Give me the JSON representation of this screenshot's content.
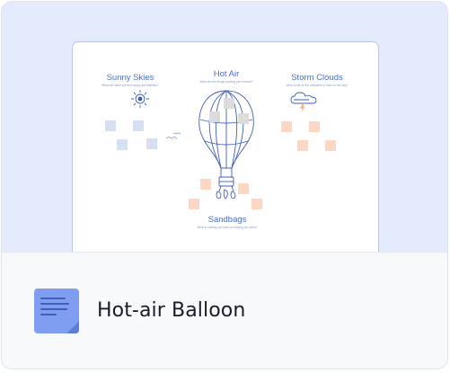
{
  "template": {
    "title": "Hot-air Balloon",
    "icon": "sticky-note-icon"
  },
  "board": {
    "columns": [
      {
        "title": "Sunny Skies",
        "subtitle": "What will make you feel happy and satisfied?",
        "icon": "sun-icon"
      },
      {
        "title": "Hot Air",
        "subtitle": "What are the things pushing you forward?",
        "icon": "hot-air-balloon-icon"
      },
      {
        "title": "Storm Clouds",
        "subtitle": "What could be the obstacles or risks on the way?",
        "icon": "storm-cloud-icon"
      },
      {
        "title": "Sandbags",
        "subtitle": "What is holding you back or slowing you down?",
        "icon": "sandbags-icon"
      }
    ]
  },
  "colors": {
    "background": "#e4ebfc",
    "board_border": "#b9c6ee",
    "title_blue": "#4a6fc9",
    "note_blue": "#d5e0f2",
    "note_gray": "#dcdcdc",
    "note_peach": "#fcd8c4",
    "icon_blue": "#7f9ef2"
  }
}
